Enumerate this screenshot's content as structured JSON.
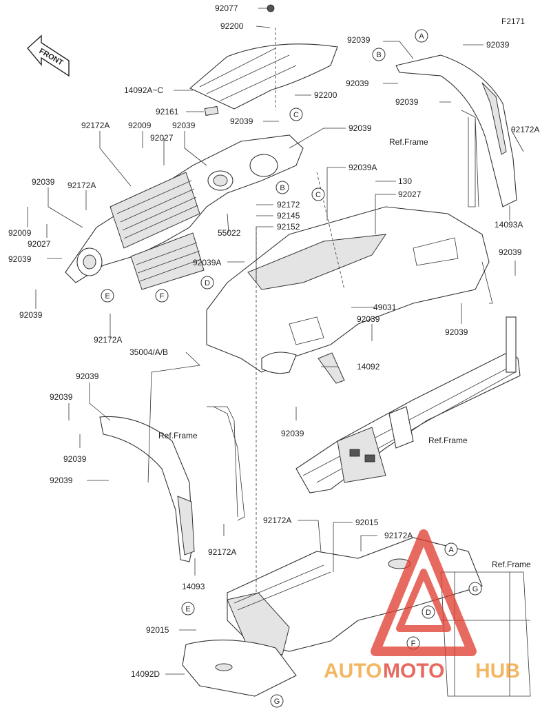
{
  "diagram_id": "F2171",
  "front_label": "FRONT",
  "labels": {
    "p92077": "92077",
    "p92200_top": "92200",
    "p14092ac": "14092A~C",
    "p92200_mid": "92200",
    "p92161": "92161",
    "p92039_a": "92039",
    "p92039_b": "92039",
    "p92172a_a": "92172A",
    "p92009_a": "92009",
    "p92039_c": "92039",
    "p92027_a": "92027",
    "p92039_d": "92039",
    "p92172a_b": "92172A",
    "p92009_b": "92009",
    "p92027_b": "92027",
    "p92039_e": "92039",
    "p92039_f": "92039",
    "p92172a_c": "92172A",
    "p92172": "92172",
    "p92145": "92145",
    "p92152": "92152",
    "p55022": "55022",
    "p92039a_a": "92039A",
    "p92039a_b": "92039A",
    "p130": "130",
    "p92027_c": "92027",
    "p92039_tr1": "92039",
    "p92039_tr2": "92039",
    "p92039_tr3": "92039",
    "p92039_tr4": "92039",
    "p92172a_tr": "92172A",
    "p14093a": "14093A",
    "p92039_r": "92039",
    "p49031": "49031",
    "p92039_m": "92039",
    "p92039_mr": "92039",
    "p35004": "35004/A/B",
    "p14092": "14092",
    "p92039_bl1": "92039",
    "p92039_bl2": "92039",
    "p92039_bl3": "92039",
    "p92039_bl4": "92039",
    "p92039_ctr": "92039",
    "p92172a_bl": "92172A",
    "p14093": "14093",
    "p92172a_bm": "92172A",
    "p92015_bm": "92015",
    "p92172a_br": "92172A",
    "p92015_b": "92015",
    "p14092d": "14092D",
    "ref_frame_1": "Ref.Frame",
    "ref_frame_2": "Ref.Frame",
    "ref_frame_3": "Ref.Frame",
    "ref_frame_4": "Ref.Frame"
  },
  "callouts": {
    "a1": "A",
    "a2": "A",
    "b1": "B",
    "b2": "B",
    "c1": "C",
    "c2": "C",
    "d1": "D",
    "d2": "D",
    "e1": "E",
    "e2": "E",
    "f1": "F",
    "f2": "F",
    "g1": "G",
    "g2": "G"
  },
  "watermark": {
    "part1": "AUTO",
    "part2": "MOTO",
    "part3": "HUB"
  },
  "colors": {
    "watermark_red": "#e0392b",
    "watermark_orange": "#f0a030",
    "line": "#333333"
  }
}
